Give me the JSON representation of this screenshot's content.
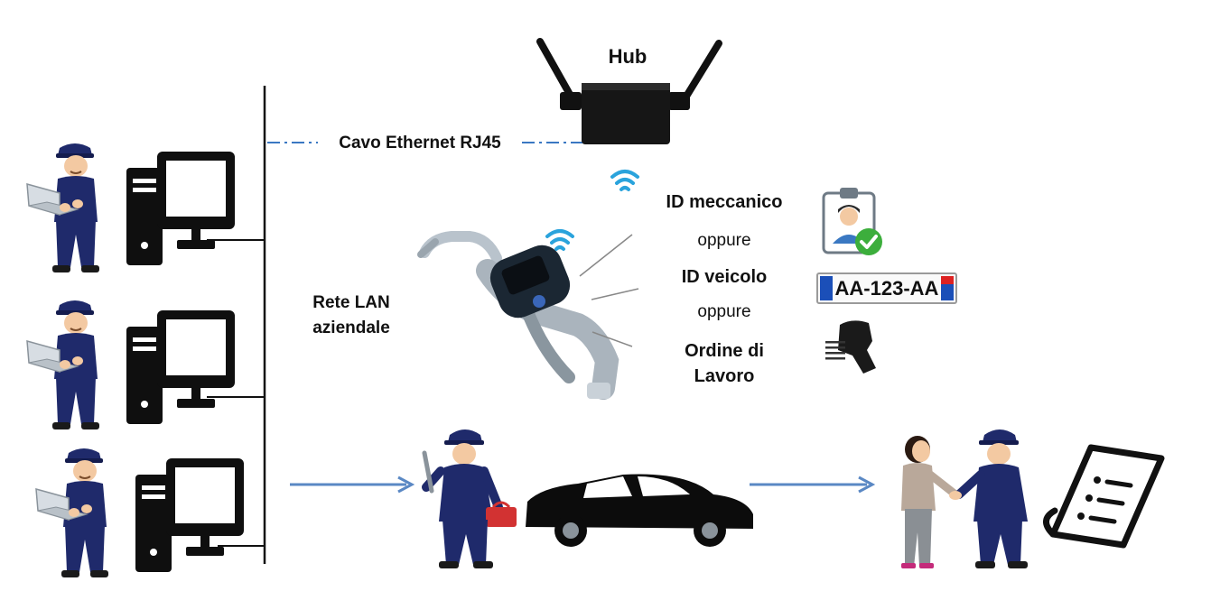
{
  "hub_label": "Hub",
  "cable_label": "Cavo Ethernet RJ45",
  "lan_label_line1": "Rete LAN",
  "lan_label_line2": "aziendale",
  "id_mechanic": "ID meccanico",
  "or1": "oppure",
  "id_vehicle": "ID veicolo",
  "or2": "oppure",
  "work_order_line1": "Ordine di",
  "work_order_line2": "Lavoro",
  "plate_text": "AA-123-AA",
  "colors": {
    "uniform": "#1f2a6b",
    "cable": "#3a78c2",
    "arrow": "#5a88c4",
    "wifi": "#2aa3dc",
    "check": "#3cae3c",
    "plate_band": "#1b4fb8"
  }
}
